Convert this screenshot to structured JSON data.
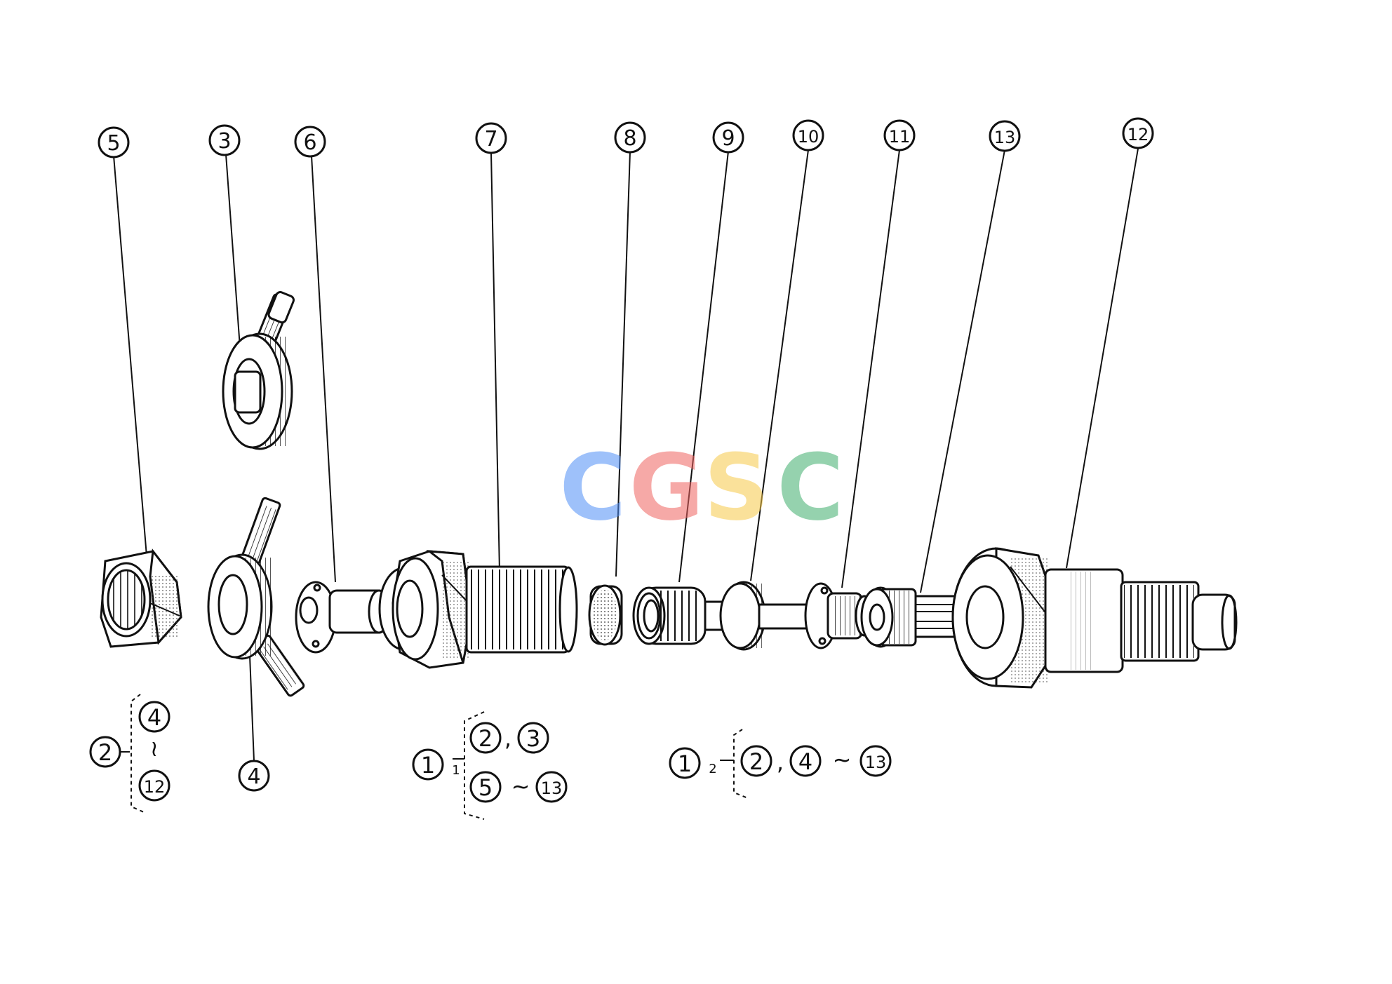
{
  "callouts": [
    {
      "label": "5"
    },
    {
      "label": "3"
    },
    {
      "label": "6"
    },
    {
      "label": "7"
    },
    {
      "label": "8"
    },
    {
      "label": "9"
    },
    {
      "label": "10"
    },
    {
      "label": "11"
    },
    {
      "label": "13"
    },
    {
      "label": "12"
    },
    {
      "label": "4"
    }
  ],
  "groups": {
    "g2": {
      "parent": "2",
      "top": "4",
      "tilde": "~",
      "bottom": "12"
    },
    "g1_1": {
      "parent": "1",
      "sub": "1",
      "a": "2",
      "comma": ",",
      "b": "3",
      "c": "5",
      "tilde": "~",
      "d": "13"
    },
    "g1_2": {
      "parent": "1",
      "sub": "2",
      "a": "2",
      "comma": ",",
      "b": "4",
      "tilde": "~",
      "c": "13"
    }
  },
  "watermark": {
    "letters": [
      "C",
      "G",
      "S",
      "C"
    ],
    "colors": [
      "#4f8ff7",
      "#ef6461",
      "#f7c948",
      "#3fae6d"
    ]
  }
}
